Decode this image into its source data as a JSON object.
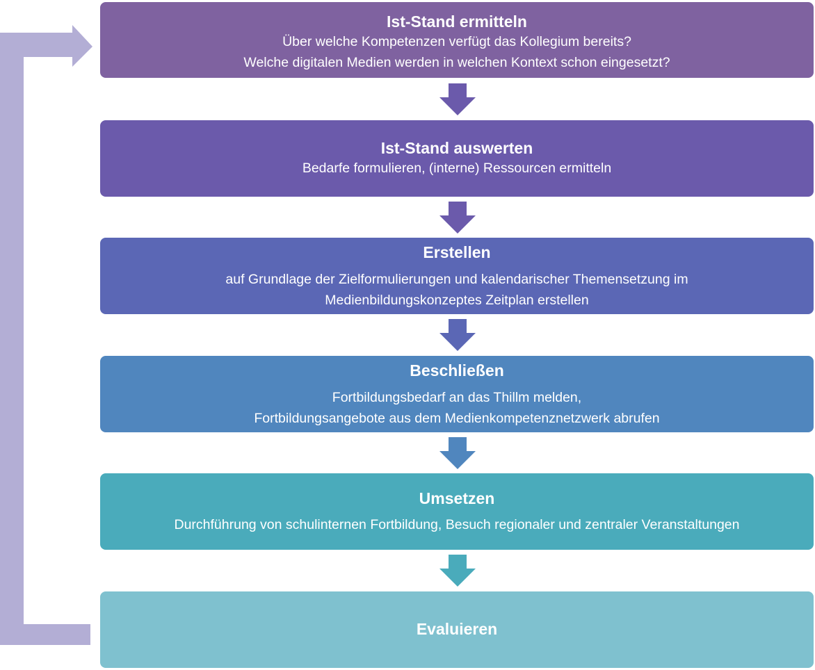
{
  "colors": {
    "loop_arrow": "#b3aed5",
    "step1": "#7f62a0",
    "step2": "#6b5aab",
    "step3": "#5b67b5",
    "step4": "#5086be",
    "step5": "#4aabbb",
    "step6": "#7fc1cf"
  },
  "steps": [
    {
      "title": "Ist-Stand ermitteln",
      "lines": [
        "Über welche Kompetenzen verfügt das Kollegium bereits?",
        "Welche digitalen Medien werden in welchen Kontext schon eingesetzt?"
      ]
    },
    {
      "title": "Ist-Stand auswerten",
      "lines": [
        "Bedarfe formulieren, (interne) Ressourcen ermitteln"
      ]
    },
    {
      "title": "Erstellen",
      "lines": [
        "auf Grundlage der Zielformulierungen und kalendarischer Themensetzung im",
        "Medienbildungskonzeptes Zeitplan erstellen"
      ]
    },
    {
      "title": "Beschließen",
      "lines": [
        "Fortbildungsbedarf an das Thillm melden,",
        "Fortbildungsangebote aus dem Medienkompetenznetzwerk abrufen"
      ]
    },
    {
      "title": "Umsetzen",
      "lines": [
        "Durchführung von schulinternen Fortbildung, Besuch regionaler und zentraler Veranstaltungen"
      ]
    },
    {
      "title": "Evaluieren",
      "lines": []
    }
  ]
}
